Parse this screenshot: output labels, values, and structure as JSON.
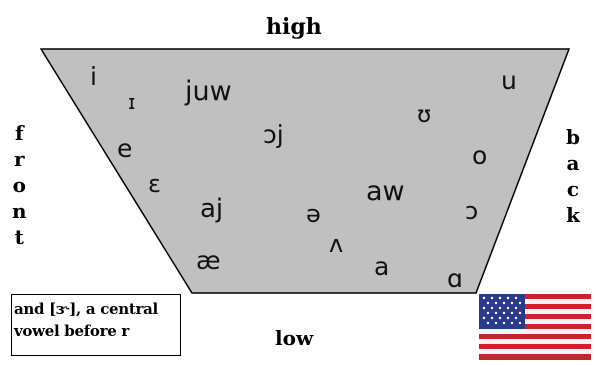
{
  "labels": {
    "high": "high",
    "low": "low",
    "front": [
      "f",
      "r",
      "o",
      "n",
      "t"
    ],
    "back": [
      "b",
      "a",
      "c",
      "k"
    ]
  },
  "note": {
    "line1": "and [ɝ], a central",
    "line2": "vowel before r"
  },
  "vowels": {
    "i": "i",
    "small_i": "ɪ",
    "juw": "juw",
    "oj": "ɔj",
    "u": "u",
    "small_u": "ʊ",
    "e": "e",
    "o": "o",
    "epsilon": "ɛ",
    "aj": "aj",
    "aw": "aw",
    "schwa": "ə",
    "open_o": "ɔ",
    "wedge": "ʌ",
    "ae": "æ",
    "a": "a",
    "alpha": "ɑ"
  },
  "colors": {
    "trapezoid_fill": "#c0c0c0",
    "flag_red": "#c8242b",
    "flag_white": "#f4f4f4",
    "flag_blue": "#2b3a8f"
  },
  "icons": {
    "flag": "us-flag-icon"
  }
}
